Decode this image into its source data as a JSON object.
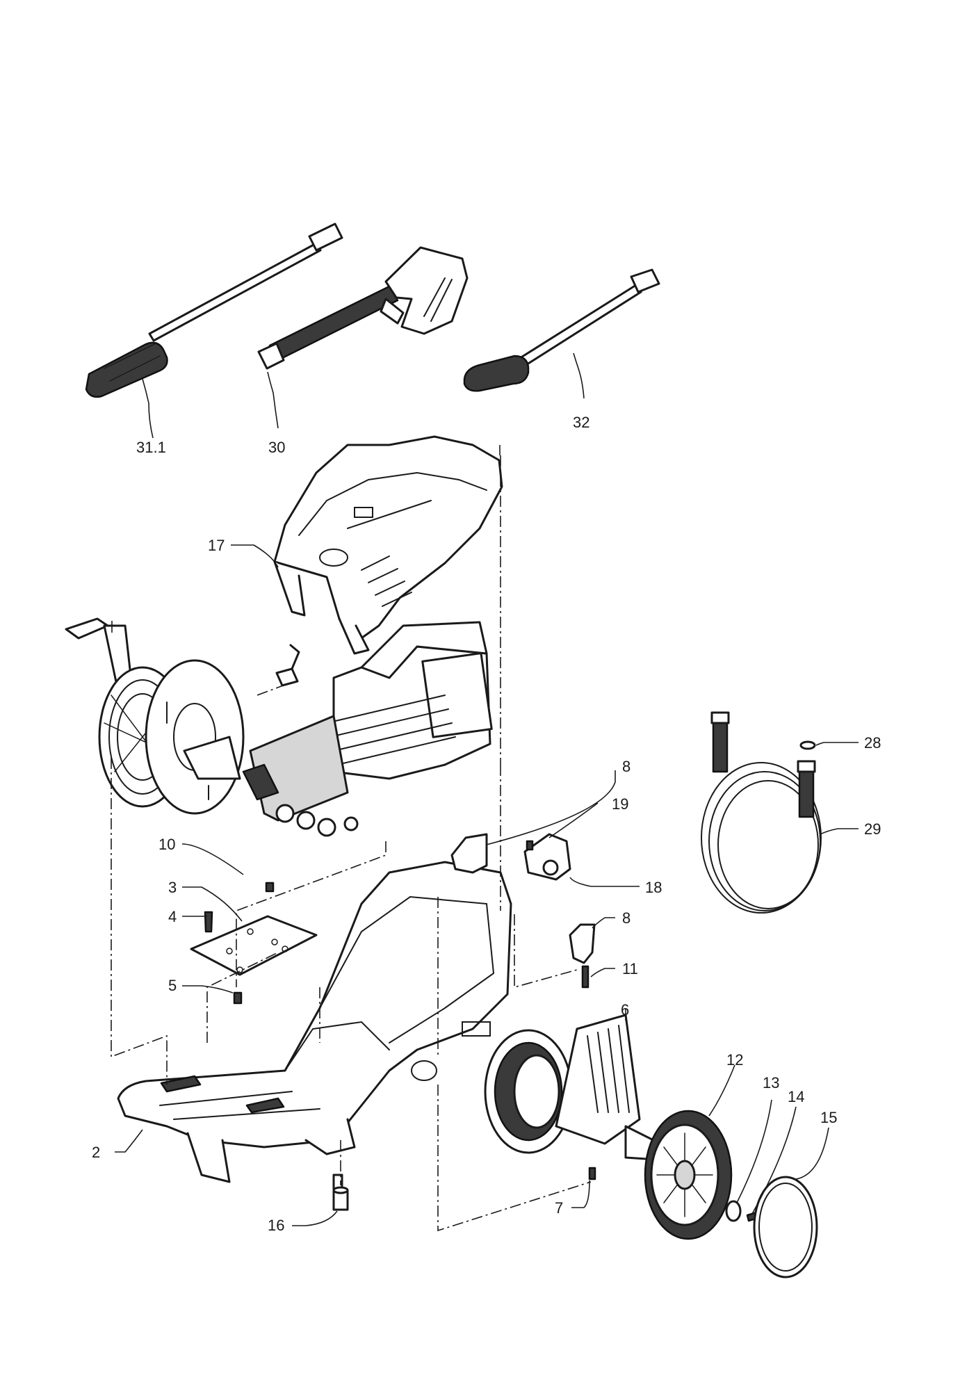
{
  "callouts": [
    {
      "id": "31.1",
      "label": "31.1"
    },
    {
      "id": "30",
      "label": "30"
    },
    {
      "id": "32",
      "label": "32"
    },
    {
      "id": "17",
      "label": "17"
    },
    {
      "id": "8a",
      "label": "8"
    },
    {
      "id": "19",
      "label": "19"
    },
    {
      "id": "10",
      "label": "10"
    },
    {
      "id": "3",
      "label": "3"
    },
    {
      "id": "4",
      "label": "4"
    },
    {
      "id": "18",
      "label": "18"
    },
    {
      "id": "8b",
      "label": "8"
    },
    {
      "id": "5",
      "label": "5"
    },
    {
      "id": "11",
      "label": "11"
    },
    {
      "id": "6",
      "label": "6"
    },
    {
      "id": "12",
      "label": "12"
    },
    {
      "id": "13",
      "label": "13"
    },
    {
      "id": "14",
      "label": "14"
    },
    {
      "id": "15",
      "label": "15"
    },
    {
      "id": "2",
      "label": "2"
    },
    {
      "id": "7",
      "label": "7"
    },
    {
      "id": "16",
      "label": "16"
    },
    {
      "id": "28",
      "label": "28"
    },
    {
      "id": "29",
      "label": "29"
    }
  ],
  "colors": {
    "line": "#1a1a1a",
    "fill": "#ffffff",
    "shade": "#d6d6d6",
    "dark": "#3a3a3a"
  }
}
